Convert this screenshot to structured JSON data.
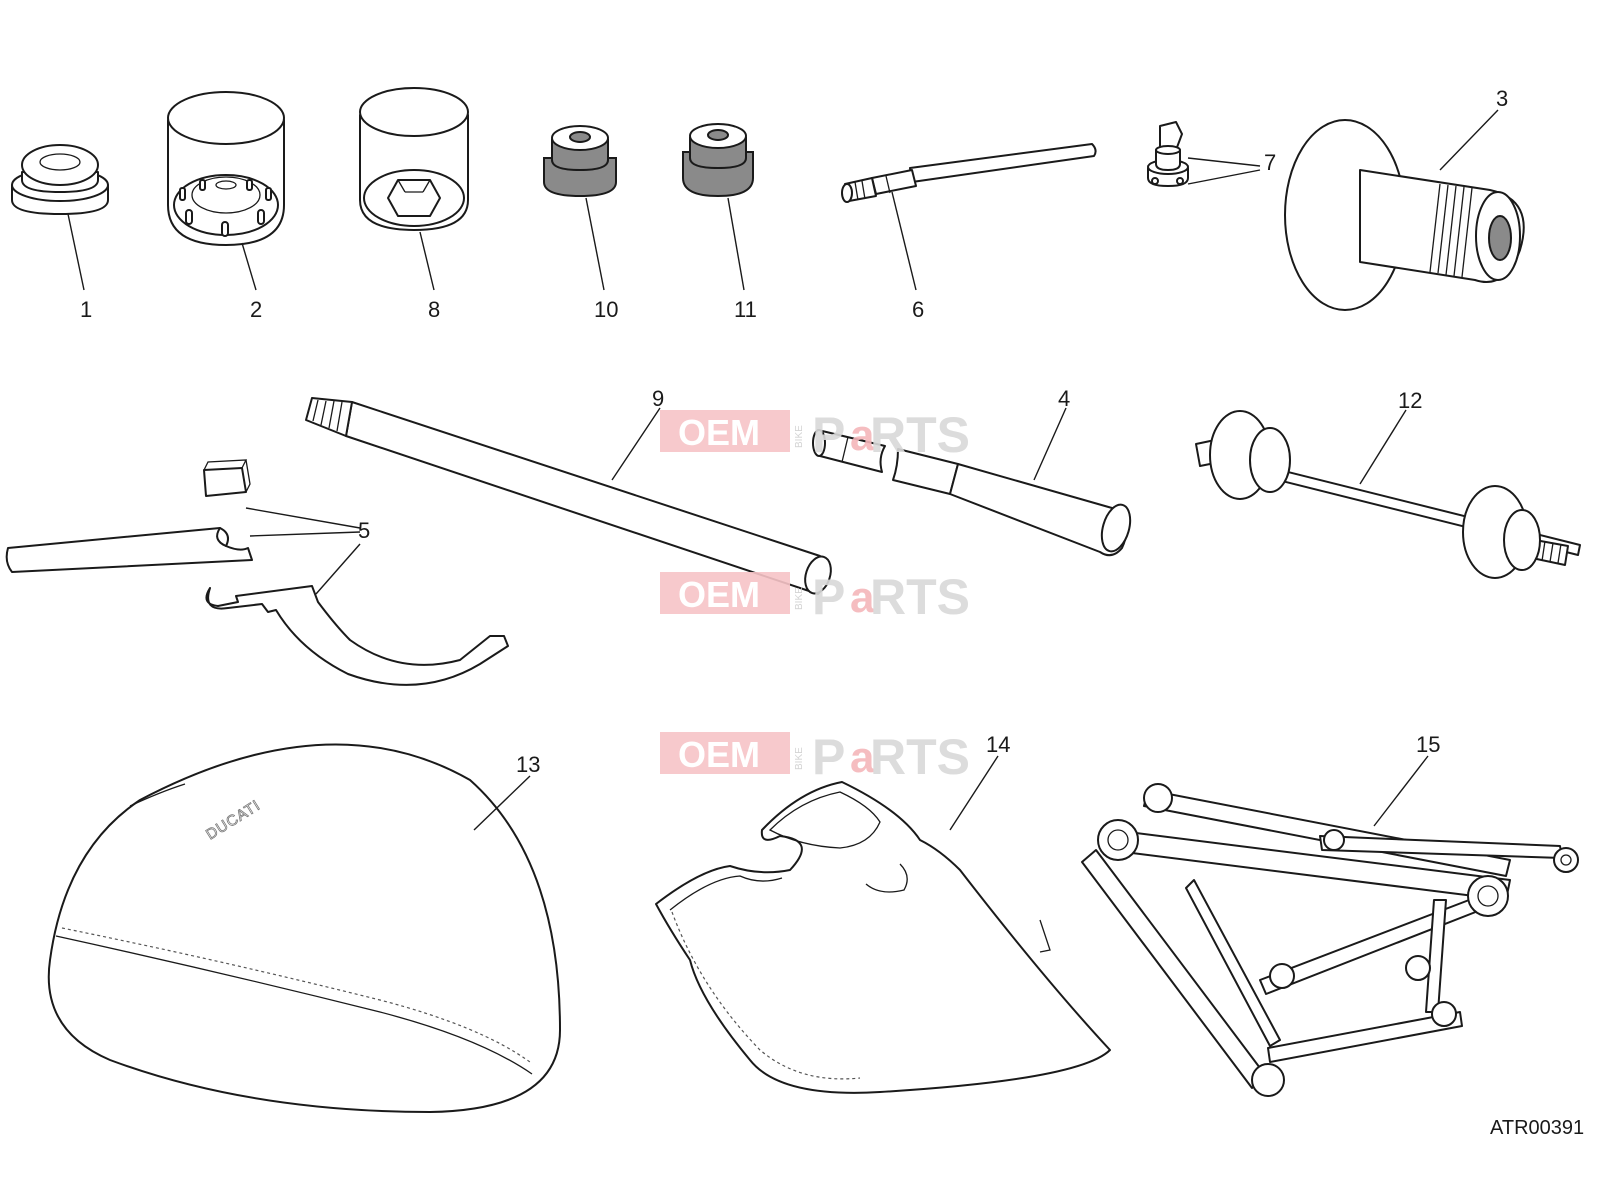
{
  "diagram": {
    "reference_code": "ATR00391",
    "callouts": [
      "1",
      "2",
      "8",
      "10",
      "11",
      "6",
      "7",
      "3",
      "9",
      "4",
      "12",
      "5",
      "13",
      "14",
      "15"
    ],
    "watermark": {
      "left": "OEM",
      "side": "BIKE",
      "right_1": "P",
      "right_a": "a",
      "right_2": "RTS"
    },
    "seat_cover_brand": "DUCATI"
  }
}
